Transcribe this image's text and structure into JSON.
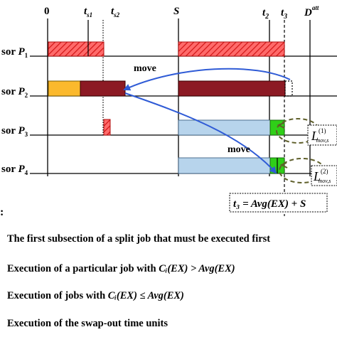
{
  "time_labels": {
    "t0": "0",
    "ts1_base": "t",
    "ts1_sub": "s1",
    "ts2_base": "t",
    "ts2_sub": "s2",
    "s": "S",
    "t2_base": "t",
    "t2_sub": "2",
    "t3_base": "t",
    "t3_sub": "3",
    "d_base": "D",
    "d_sup": "att"
  },
  "processors": [
    {
      "prefix": "sor ",
      "base": "P",
      "sub": "1"
    },
    {
      "prefix": "sor ",
      "base": "P",
      "sub": "2"
    },
    {
      "prefix": "sor ",
      "base": "P",
      "sub": "3"
    },
    {
      "prefix": "sor ",
      "base": "P",
      "sub": "4"
    }
  ],
  "arrows": {
    "move_top": "move",
    "move_bottom": "move"
  },
  "callouts": {
    "l1_base": "L",
    "l1_sup": "(1)",
    "l1_sub": "mov,s",
    "l2_base": "L",
    "l2_sup": "(2)",
    "l2_sub": "mov,s"
  },
  "formula": "t₃ = Avg(EX) + S",
  "legend": {
    "colon": ":",
    "item1": "The first subsection of a split job that must be executed first",
    "item2_pre": "Execution of a particular job with ",
    "item2_math": "Cᵢ(EX) > Avg(EX)",
    "item3_pre": "Execution of jobs with ",
    "item3_math": "Cᵢ(EX) ≤ Avg(EX)",
    "item4": "Execution of the swap-out time units"
  },
  "colors": {
    "hatch_red": "#e3393a",
    "dark_red": "#8c1a24",
    "orange": "#fbb92d",
    "light_blue": "#b7d4ec",
    "green": "#2fcf18",
    "arrow_blue": "#2f5bd6",
    "callout_olive": "#5f5f2a"
  }
}
